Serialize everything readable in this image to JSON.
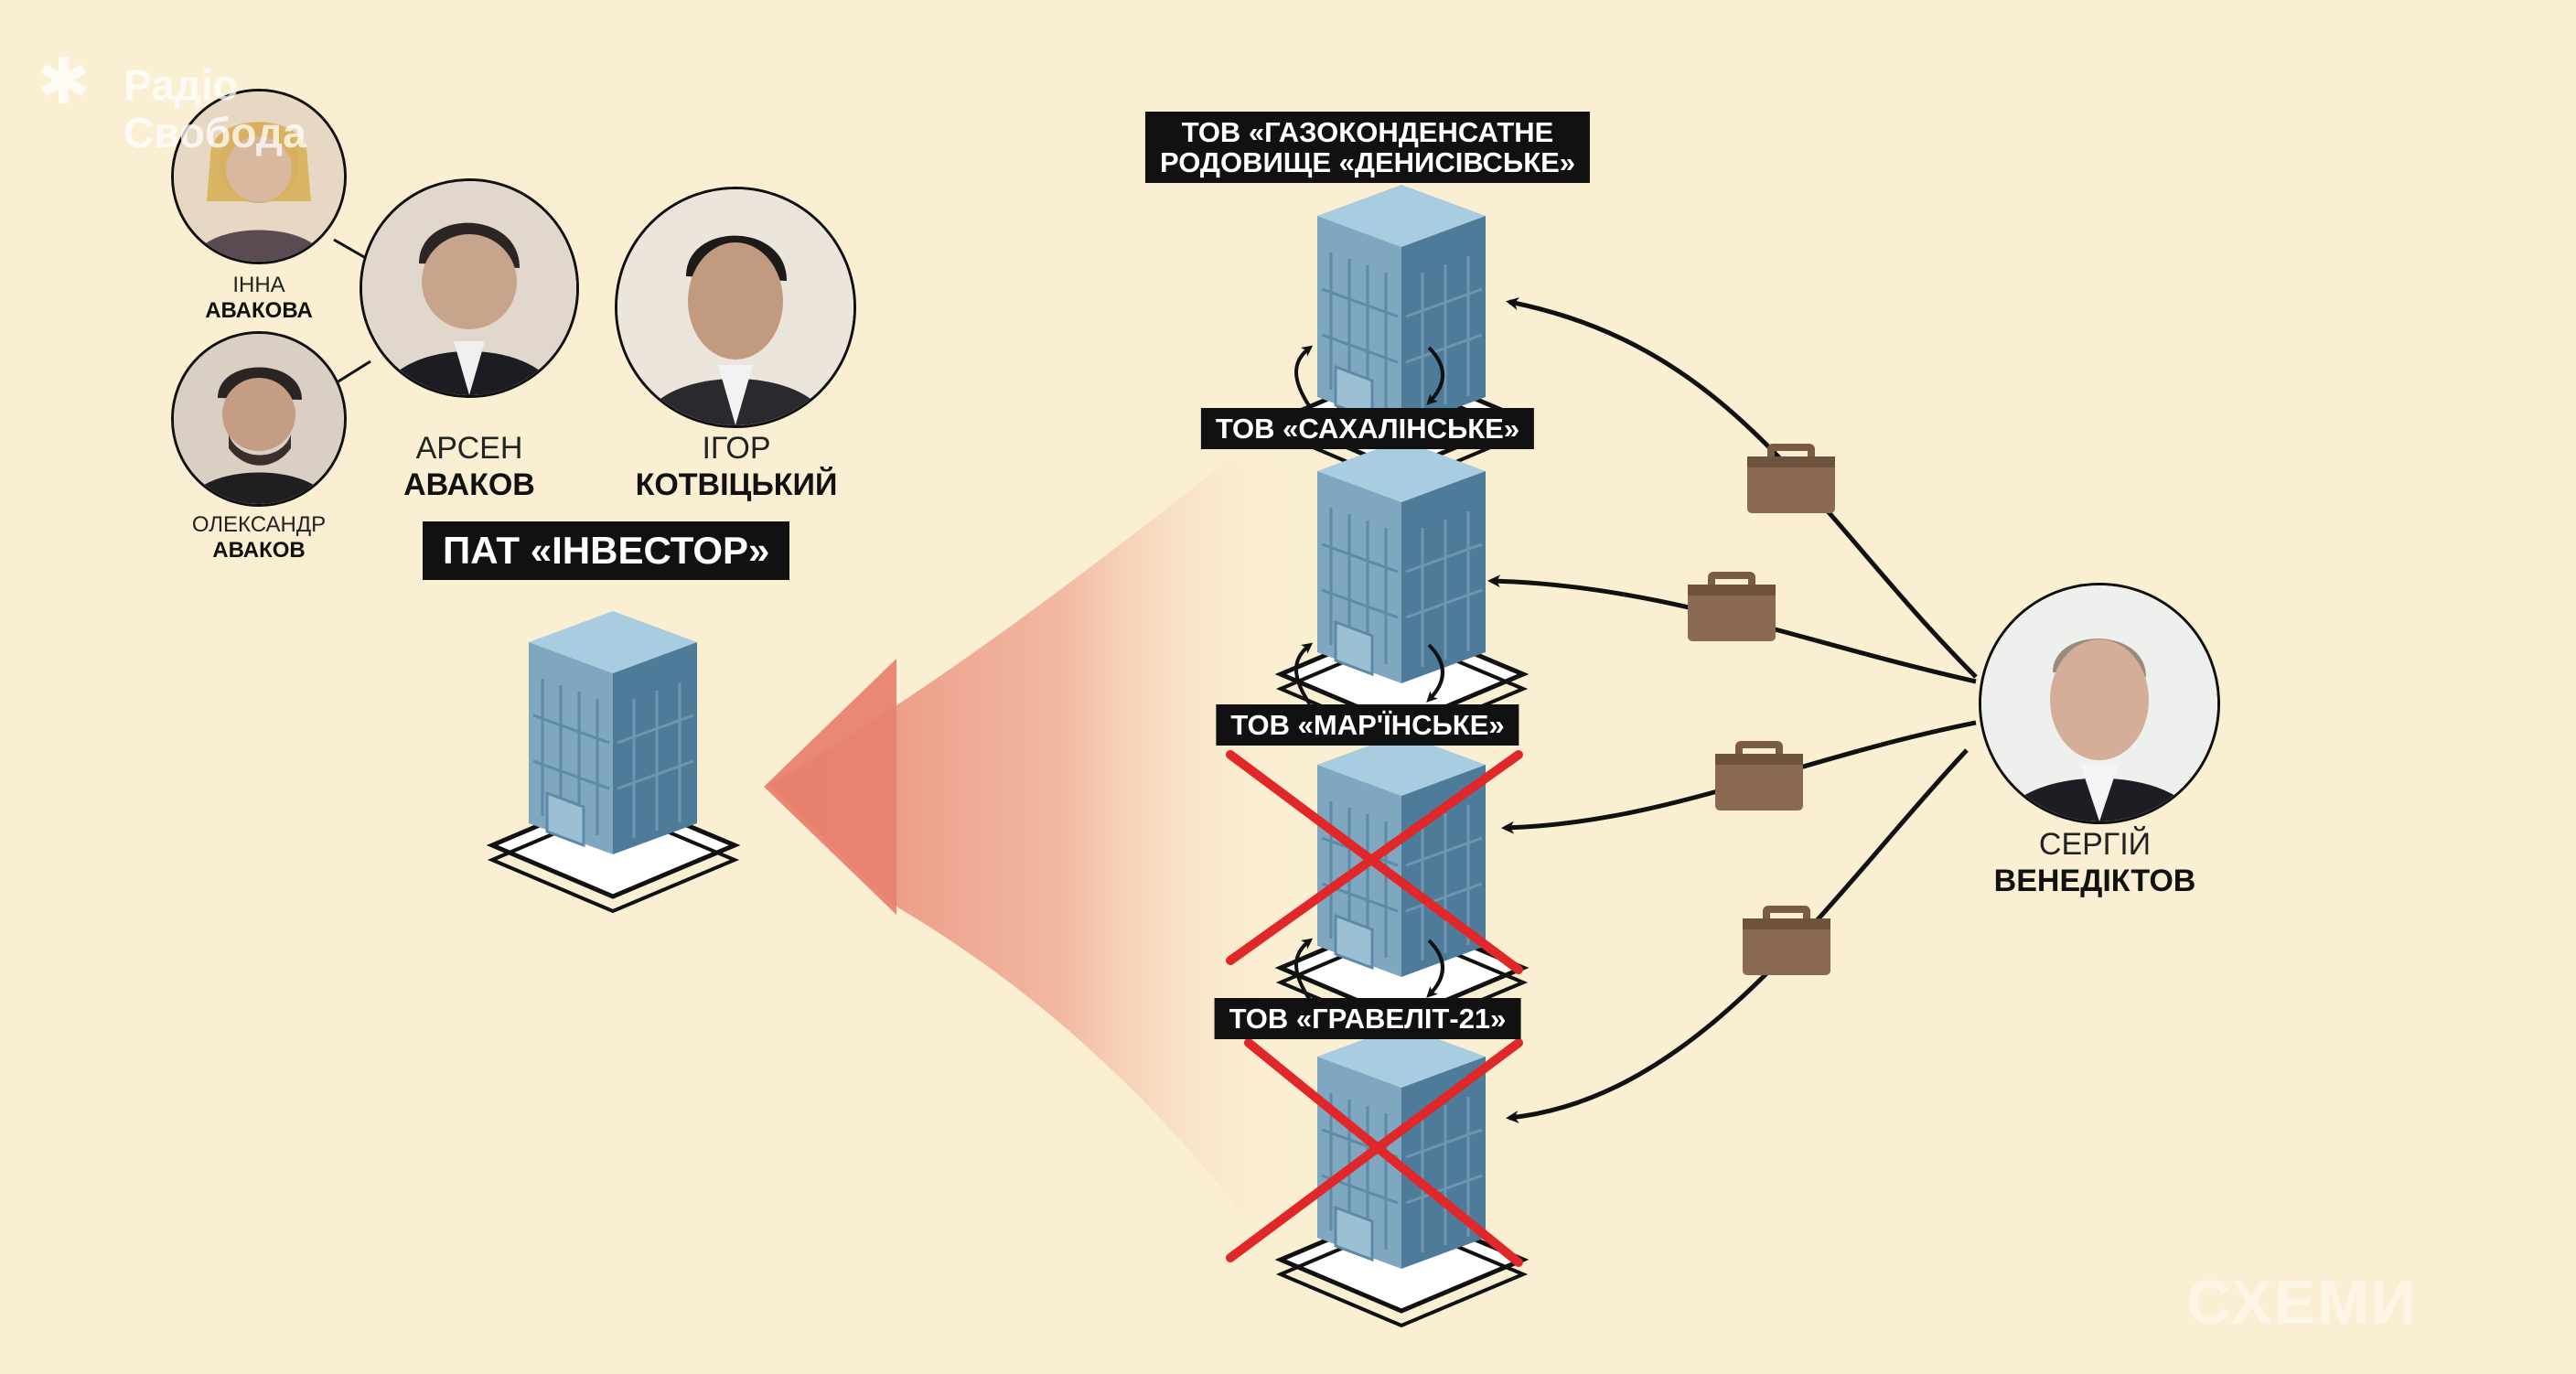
{
  "people": {
    "inna": {
      "first": "ІННА",
      "last": "АВАКОВА"
    },
    "arsen": {
      "first": "АРСЕН",
      "last": "АВАКОВ"
    },
    "oleksandr": {
      "first": "ОЛЕКСАНДР",
      "last": "АВАКОВ"
    },
    "igor": {
      "first": "ІГОР",
      "last": "КОТВІЦЬКИЙ"
    },
    "sergiy": {
      "first": "СЕРГІЙ",
      "last": "ВЕНЕДІКТОВ"
    }
  },
  "investor": {
    "label": "ПАТ «ІНВЕСТОР»"
  },
  "companies": [
    {
      "line1": "ТОВ «ГАЗОКОНДЕНСАТНЕ",
      "line2": "РОДОВИЩЕ «ДЕНИСІВСЬКЕ»",
      "crossed": false
    },
    {
      "line1": "ТОВ «САХАЛІНСЬКЕ»",
      "line2": "",
      "crossed": false
    },
    {
      "line1": "ТОВ «МАР'ЇНСЬКЕ»",
      "line2": "",
      "crossed": true
    },
    {
      "line1": "ТОВ «ГРАВЕЛІТ-21»",
      "line2": "",
      "crossed": true
    }
  ],
  "logo": {
    "line1": "Радіо",
    "line2": "Свобода"
  },
  "watermark": "СХЕМИ",
  "colors": {
    "background": "#fbefd3",
    "arrow": "#e8826f",
    "cross": "#e0282a",
    "building": "#6f9bb6",
    "briefcase": "#8a6a52"
  }
}
